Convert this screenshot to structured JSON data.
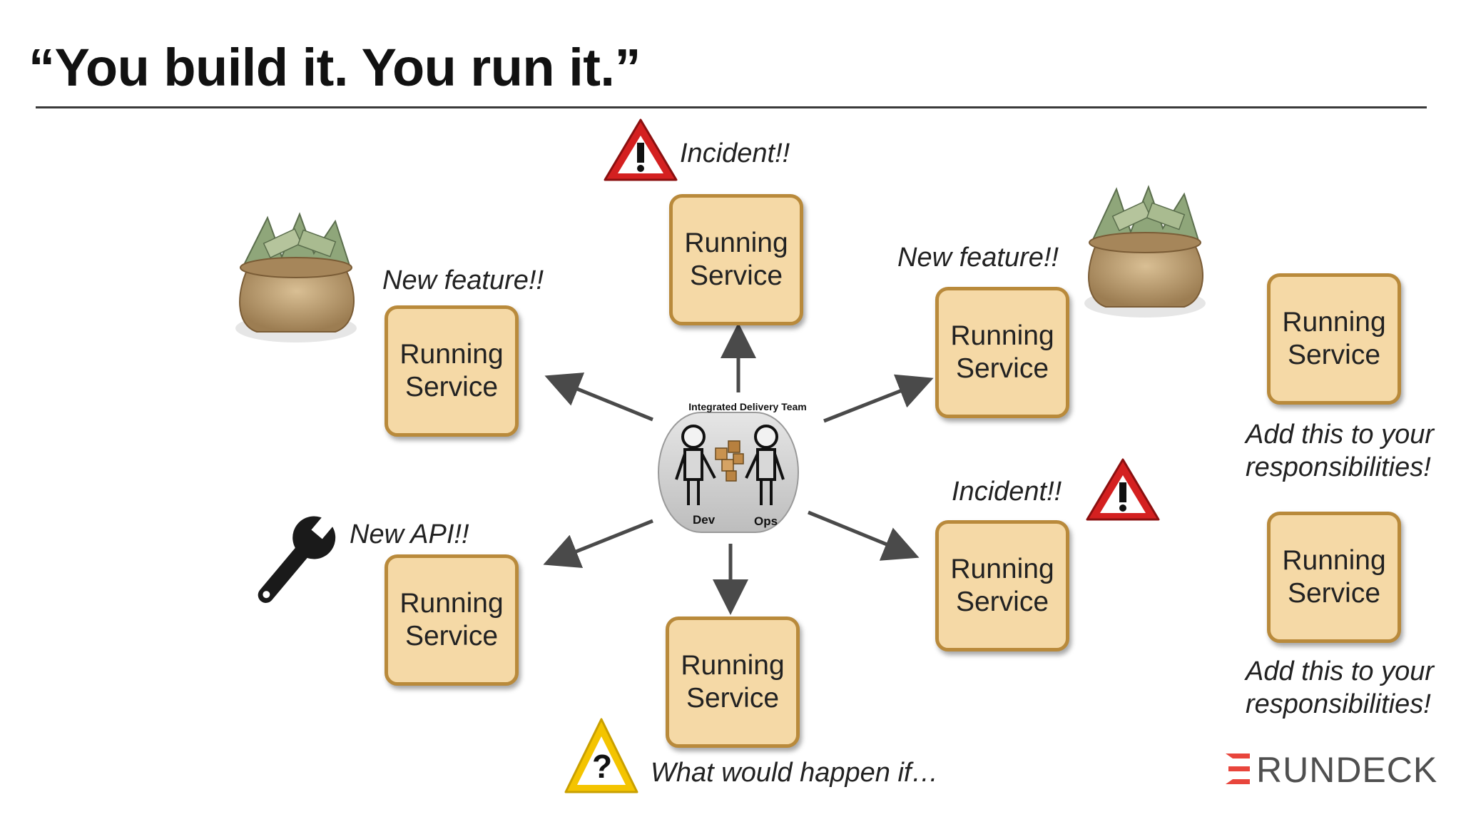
{
  "slide": {
    "title": "“You build it. You run it.”"
  },
  "center": {
    "team_label": "Integrated Delivery Team",
    "dev_label": "Dev",
    "ops_label": "Ops"
  },
  "services": [
    {
      "label_line1": "Running",
      "label_line2": "Service",
      "caption": "Incident!!",
      "icon": "warning-icon"
    },
    {
      "label_line1": "Running",
      "label_line2": "Service",
      "caption": "New feature!!",
      "icon": "money-bag-icon"
    },
    {
      "label_line1": "Running",
      "label_line2": "Service",
      "caption": "New feature!!",
      "icon": "money-bag-icon"
    },
    {
      "label_line1": "Running",
      "label_line2": "Service",
      "caption": "New API!!",
      "icon": "wrench-icon"
    },
    {
      "label_line1": "Running",
      "label_line2": "Service",
      "caption": "What would happen if…",
      "icon": "question-warning-icon"
    },
    {
      "label_line1": "Running",
      "label_line2": "Service",
      "caption": "Incident!!",
      "icon": "warning-icon"
    },
    {
      "label_line1": "Running",
      "label_line2": "Service",
      "caption_line1": "Add this to your",
      "caption_line2": "responsibilities!"
    },
    {
      "label_line1": "Running",
      "label_line2": "Service",
      "caption_line1": "Add this to your",
      "caption_line2": "responsibilities!"
    }
  ],
  "logo": {
    "text": "RUNDECK",
    "accent_color": "#e8453c"
  },
  "colors": {
    "box_fill": "#f5d9a6",
    "box_border": "#b98a3b",
    "arrow": "#4a4a4a",
    "warning_red": "#d42020",
    "warning_yellow": "#f4c400"
  }
}
